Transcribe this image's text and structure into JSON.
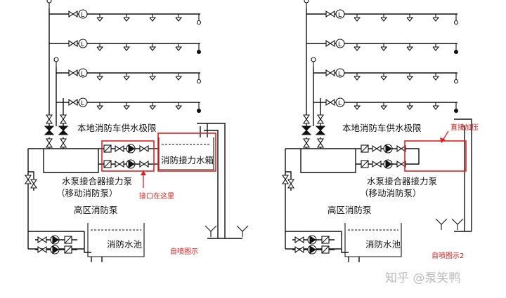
{
  "colors": {
    "line": "#111111",
    "highlight": "#e02020",
    "watermark": "#bbbbbb",
    "background": "#ffffff"
  },
  "left_diagram": {
    "label_fire_truck_limit": "本地消防车供水极限",
    "label_relay_tank": "消防接力水箱",
    "label_adapter_pump_line1": "水泵接合器接力泵",
    "label_adapter_pump_line2": "（移动消防泵）",
    "label_high_zone_pump": "高区消防泵",
    "label_fire_pool": "消防水池",
    "annotation_interface": "接口在这里",
    "caption": "自喷图示"
  },
  "right_diagram": {
    "label_fire_truck_limit": "本地消防车供水极限",
    "label_adapter_pump_line1": "水泵接合器接力泵",
    "label_adapter_pump_line2": "（移动消防泵）",
    "label_high_zone_pump": "高区消防泵",
    "label_fire_pool": "消防水池",
    "annotation_direct": "直接加压",
    "caption": "自喷图示2"
  },
  "watermark": "知乎 @泵笑鸭"
}
